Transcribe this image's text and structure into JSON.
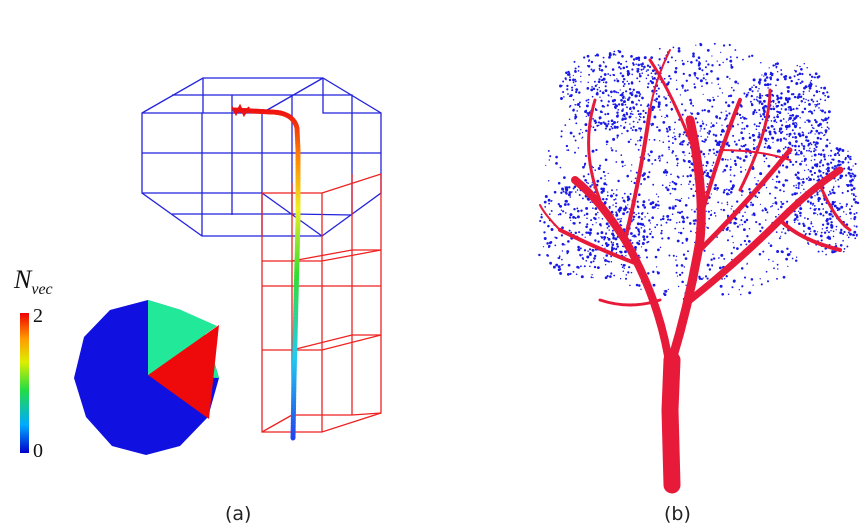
{
  "panel_a": {
    "caption": "(a)",
    "legend": {
      "symbol": "N",
      "subscript": "vec",
      "max_label": "2",
      "min_label": "0"
    },
    "colors": {
      "cube_upper": "#2222dd",
      "cube_lower": "#ee2222",
      "pie_base": "#1010e0",
      "pie_green": "#22e89a",
      "pie_red": "#ee0a0a"
    }
  },
  "panel_b": {
    "caption": "(b)",
    "colors": {
      "foliage": "#1a1ae6",
      "trunk": "#e81a3a"
    }
  }
}
